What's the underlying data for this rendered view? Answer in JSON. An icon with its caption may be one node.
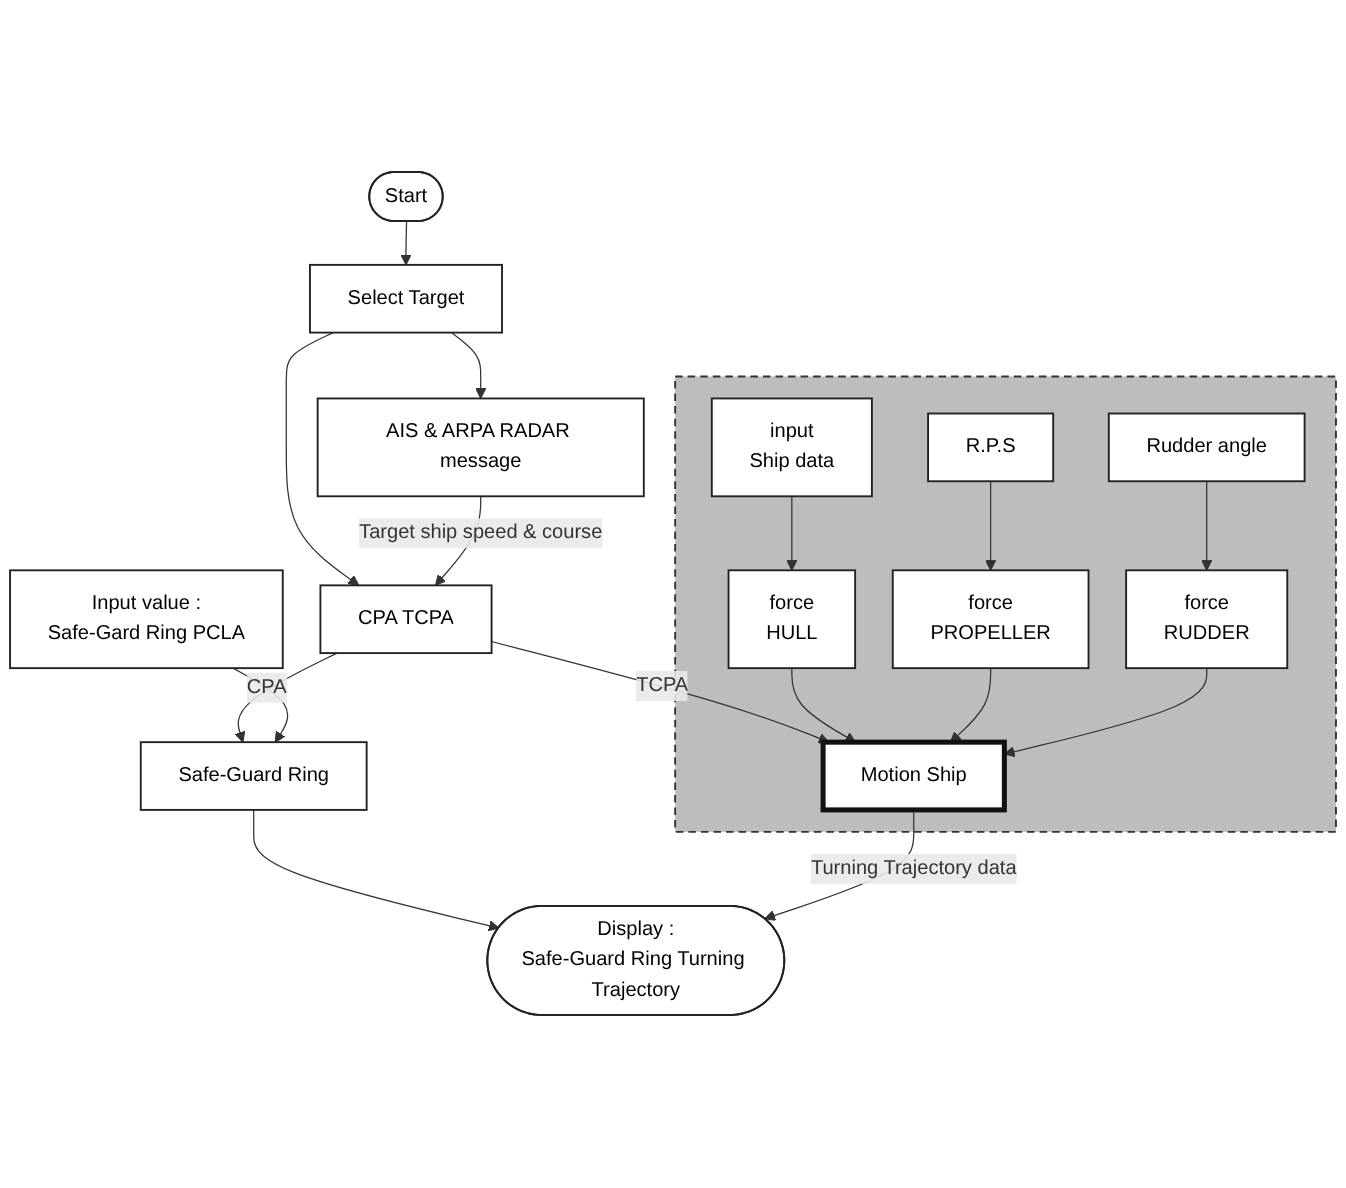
{
  "diagram": {
    "nodes": [
      {
        "text": [
          "Start"
        ]
      },
      {
        "text": [
          "AIS & ARPA RADAR message"
        ]
      },
      {
        "text": [
          "Select Target"
        ]
      },
      {
        "text": [],
        "shape": "box"
      },
      {
        "text": [
          "force",
          "HULL"
        ],
        "in": 3
      },
      {
        "text": [
          "input",
          "Ship data"
        ],
        "in": 3
      },
      {
        "text": [
          "CPA TCPA"
        ]
      },
      {
        "text": [
          "Motion Ship"
        ],
        "in": 3
      },
      {
        "text": [
          "force",
          "PROPELLER"
        ],
        "in": 3
      },
      {
        "text": [
          "R.P.S"
        ],
        "in": 3
      },
      {
        "text": [
          "Input value :",
          "Safe-Gard Ring PCLA"
        ]
      },
      {
        "text": [
          "Safe-Guard Ring"
        ]
      },
      {
        "text": [
          "force",
          "RUDDER"
        ],
        "in": 3
      },
      {
        "text": [
          "Rudder angle"
        ],
        "in": 3
      },
      {
        "text": [
          "Display :",
          "Safe-Guard Ring Turning Trajectory"
        ]
      }
    ],
    "edges": [
      {
        "from": 0,
        "to": 2,
        "arrow": "to"
      },
      {
        "from": 2,
        "to": 1,
        "arrow": "to"
      },
      {
        "from": 2,
        "to": 6,
        "arrow": "to"
      },
      {
        "from": 1,
        "to": 6,
        "arrow": "to",
        "label": "Target ship speed & course"
      },
      {
        "from": 6,
        "to": 7,
        "arrow": "to",
        "label": "TCPA"
      },
      {
        "from": 6,
        "to": 11,
        "arrow": "to",
        "label": "CPA"
      },
      {
        "from": 5,
        "to": 4,
        "arrow": "to"
      },
      {
        "from": 9,
        "to": 8,
        "arrow": "to"
      },
      {
        "from": 13,
        "to": 12,
        "arrow": "to"
      },
      {
        "from": 4,
        "to": 7,
        "arrow": "to"
      },
      {
        "from": 8,
        "to": 7,
        "arrow": "to"
      },
      {
        "from": 12,
        "to": 7,
        "arrow": "to"
      },
      {
        "from": 10,
        "to": 11,
        "arrow": "to"
      },
      {
        "from": 11,
        "to": 14,
        "arrow": "to"
      },
      {
        "from": 7,
        "to": 14,
        "arrow": "to",
        "label": "Turning Trajectory data"
      }
    ]
  }
}
